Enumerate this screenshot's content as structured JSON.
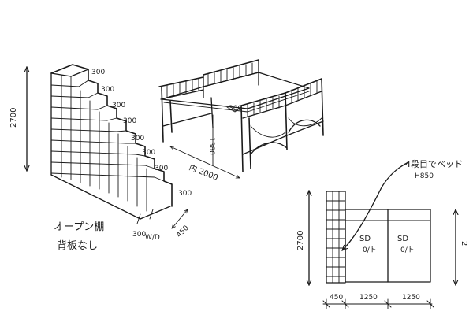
{
  "left_unit": {
    "height_label": "2700",
    "step_labels": [
      "300",
      "300",
      "300",
      "300",
      "300",
      "300",
      "300",
      "300"
    ],
    "width_label": "300",
    "depth_label": "450",
    "note_line1": "オープン棚",
    "note_line2": "背板なし"
  },
  "bed": {
    "top_label": "300",
    "height_label": "1380",
    "length_label": "内 2000"
  },
  "plan": {
    "height_label": "2700",
    "height_label_right": "2",
    "callout_line1": "4段目でベッド",
    "callout_line2": "H850",
    "door_left_line1": "SD",
    "door_left_line2": "0/ト",
    "door_right_line1": "SD",
    "door_right_line2": "0/ト",
    "dim_shelf": "450",
    "dim_door_left": "1250",
    "dim_door_right": "1250"
  }
}
